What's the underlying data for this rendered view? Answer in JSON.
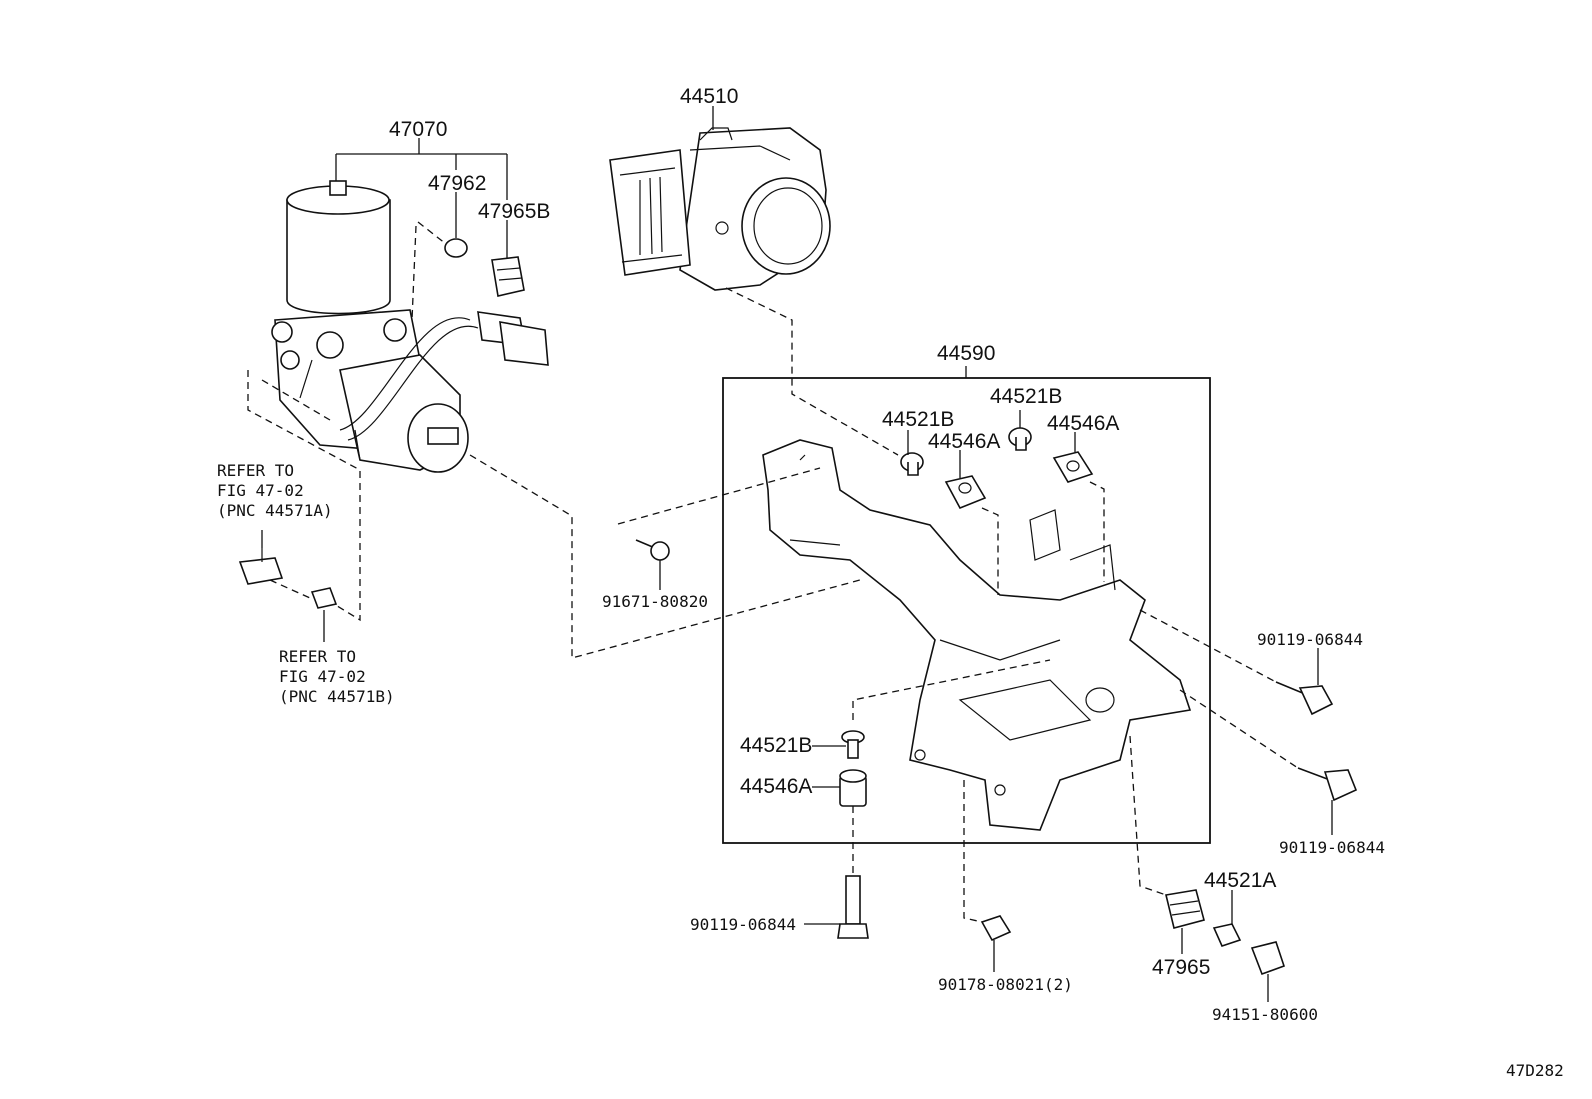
{
  "diagram": {
    "figure_code": "47D282",
    "group_box": {
      "part_number": "44590"
    },
    "callouts": {
      "p44510": "44510",
      "p47070": "47070",
      "p47962": "47962",
      "p47965B": "47965B",
      "p44521B_top_left": "44521B",
      "p44521B_top_right": "44521B",
      "p44546A_top_left": "44546A",
      "p44546A_top_right": "44546A",
      "p91671": "91671-80820",
      "p90119_right_top": "90119-06844",
      "p90119_right_bottom": "90119-06844",
      "p44521B_lower": "44521B",
      "p44546A_lower": "44546A",
      "p90119_bottom": "90119-06844",
      "p90178": "90178-08021(2)",
      "p47965": "47965",
      "p44521A": "44521A",
      "p94151": "94151-80600"
    },
    "refer_notes": {
      "a": {
        "line1": "REFER TO",
        "line2": "FIG 47-02",
        "line3": "(PNC 44571A)"
      },
      "b": {
        "line1": "REFER TO",
        "line2": "FIG 47-02",
        "line3": "(PNC 44571B)"
      }
    },
    "icons": [
      "pump-motor-icon",
      "abs-actuator-icon",
      "bracket-icon",
      "bolt-icon",
      "nut-icon",
      "cushion-icon",
      "collar-icon",
      "cap-icon",
      "o-ring-icon",
      "pipe-icon",
      "clip-icon"
    ]
  }
}
